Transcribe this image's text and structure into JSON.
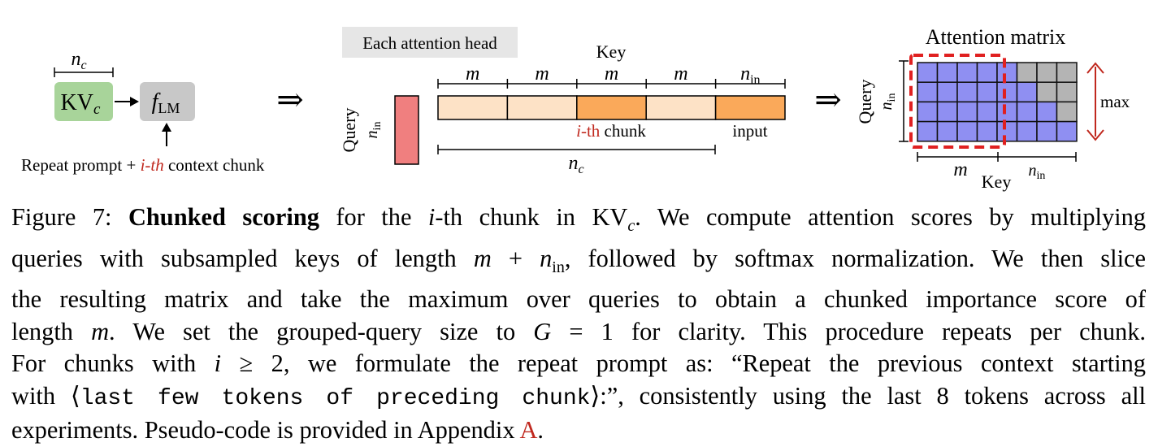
{
  "figure": {
    "left_panel": {
      "nc_label": "n",
      "nc_sub": "c",
      "kv_label": "KV",
      "kv_sub": "c",
      "flm_label": "f",
      "flm_sub": "LM",
      "caption_prefix": "Repeat prompt + ",
      "caption_ith": "i-th",
      "caption_suffix": " context chunk"
    },
    "arrow_symbol": "⇒",
    "middle_panel": {
      "badge": "Each attention head",
      "key_label": "Key",
      "query_label": "Query",
      "nin": "n",
      "nin_sub": "in",
      "segments": [
        {
          "label": "m",
          "sub": "",
          "highlighted": false
        },
        {
          "label": "m",
          "sub": "",
          "highlighted": false
        },
        {
          "label": "m",
          "sub": "",
          "highlighted": true
        },
        {
          "label": "m",
          "sub": "",
          "highlighted": false
        },
        {
          "label": "n",
          "sub": "in",
          "highlighted": true
        }
      ],
      "chunk_label_i": "i",
      "chunk_label_th": "-th",
      "chunk_label_rest": " chunk",
      "input_label": "input",
      "nc_label": "n",
      "nc_sub": "c"
    },
    "right_panel": {
      "title": "Attention matrix",
      "query_label": "Query",
      "nin": "n",
      "nin_sub": "in",
      "max_label": "max",
      "m_label": "m",
      "key_label": "Key",
      "grid": {
        "rows": 4,
        "cols": 8,
        "masked_cells": [
          [
            0,
            5
          ],
          [
            0,
            6
          ],
          [
            0,
            7
          ],
          [
            1,
            6
          ],
          [
            1,
            7
          ],
          [
            2,
            7
          ]
        ]
      }
    },
    "colors": {
      "kv_box": "#a8d49a",
      "flm_box": "#c8c8c8",
      "badge_bg": "#e6e6e6",
      "segment_light": "#fde2c6",
      "segment_dark": "#faa95a",
      "query_bar": "#f07f7f",
      "cell_blue": "#8f8ff2",
      "cell_gray": "#b4b4b4",
      "dashed_red": "#e02020",
      "accent_red": "#c0281e"
    }
  },
  "caption": {
    "label": "Figure 7:",
    "bold": "Chunked scoring",
    "l1_a": " for the ",
    "l1_i": "i",
    "l1_b": "-th chunk in KV",
    "l1_c": "c",
    "l1_d": ". We compute attention scores by multiplying",
    "l2_a": "queries with subsampled keys of length ",
    "l2_m": "m",
    "l2_plus": " + ",
    "l2_n": "n",
    "l2_in": "in",
    "l2_b": ", followed by softmax normalization. We then slice",
    "l3": "the resulting matrix and take the maximum over queries to obtain a chunked importance score of",
    "l4_a": "length ",
    "l4_m": "m",
    "l4_b": ".  We set the grouped-query size to ",
    "l4_G": "G",
    "l4_eq": " = 1",
    "l4_c": " for clarity.  This procedure repeats per chunk.",
    "l5_a": "For chunks with ",
    "l5_i": "i",
    "l5_ge": " ≥ 2",
    "l5_b": ", we formulate the repeat prompt as: “Repeat the previous context starting",
    "l6_a": "with ⟨",
    "l6_mono": "last few tokens of preceding chunk",
    "l6_b": "⟩:”, consistently using the last 8 tokens across all",
    "l7_a": "experiments. Pseudo-code is provided in Appendix ",
    "l7_link": "A",
    "l7_b": "."
  }
}
